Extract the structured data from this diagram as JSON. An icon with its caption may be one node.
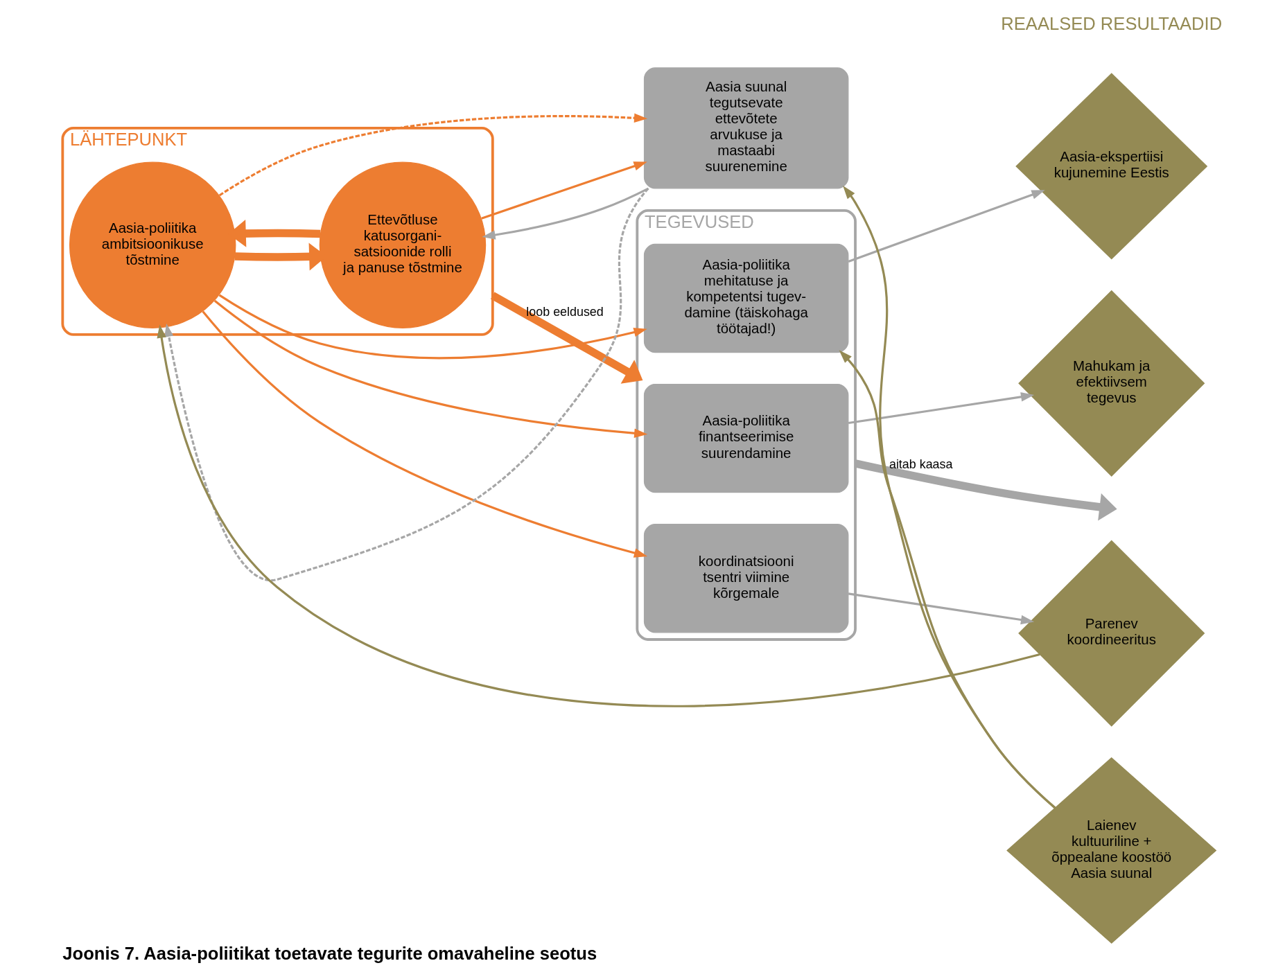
{
  "diagram": {
    "caption": "Joonis 7. Aasia-poliitikat toetavate tegurite omavaheline seotus",
    "nodes": [
      {
        "text": [
          "LÄHTEPUNKT"
        ]
      },
      {
        "text": [
          "Aasia-poliitika ambitsioonikuse tõstmine"
        ],
        "in": 0
      },
      {
        "text": [
          "Ettevõtluse katusorgani- satsioonide rolli ja panuse tõstmine"
        ],
        "in": 0
      },
      {
        "text": [
          "TEGEVUSED"
        ]
      },
      {
        "text": [
          "koordinatsiooni tsentri viimine kõrgemale"
        ],
        "in": 3
      },
      {
        "text": [
          "Aasia-poliitika finantseerimise suurendamine"
        ],
        "in": 3
      },
      {
        "text": [
          "Aasia-poliitika mehitatuse ja kompetentsi tugev- damine (täiskohaga töötajad!)"
        ],
        "in": 3
      },
      {
        "text": [
          "Aasia suunal tegutsevate ettevõtete arvukuse ja mastaabi suurenemine"
        ]
      },
      {
        "text": [
          "Mahukam ja efektiivsem tegevus"
        ]
      },
      {
        "text": [
          "Parenev koordineeritus"
        ]
      },
      {
        "text": [
          "Laienev kultuuriline + õppealane koostöö Aasia suunal"
        ]
      },
      {
        "text": [
          "Aasia-ekspertiisi kujunemine Eestis"
        ]
      }
    ],
    "edges": [
      {
        "from": 1,
        "to": 2,
        "arrow": "to",
        "style": "thick"
      },
      {
        "from": 2,
        "to": 1,
        "arrow": "to",
        "style": "thick"
      },
      {
        "from": 1,
        "to": 4,
        "arrow": "to"
      },
      {
        "from": 1,
        "to": 5,
        "arrow": "to"
      },
      {
        "from": 1,
        "to": 6,
        "arrow": "to"
      },
      {
        "from": 2,
        "to": 7,
        "arrow": "to"
      },
      {
        "from": 7,
        "to": 2,
        "arrow": "to",
        "color": "#a6a6a6"
      },
      {
        "from": 1,
        "to": 7,
        "arrow": "to",
        "style": "dashed"
      },
      {
        "from": 7,
        "to": 1,
        "arrow": "to",
        "style": "dashed",
        "color": "#a6a6a6"
      },
      {
        "from": 9,
        "to": 1,
        "arrow": "to",
        "color": "#948a54"
      },
      {
        "from": 4,
        "to": 9,
        "arrow": "to",
        "color": "#a6a6a6"
      },
      {
        "from": 5,
        "to": 8,
        "arrow": "to",
        "color": "#a6a6a6"
      },
      {
        "from": 10,
        "to": 6,
        "arrow": "to",
        "color": "#948a54"
      },
      {
        "from": 10,
        "to": 7,
        "arrow": "to",
        "color": "#948a54"
      },
      {
        "from": 6,
        "to": 11,
        "arrow": "to",
        "color": "#a6a6a6"
      },
      {
        "from": 0,
        "to": 3,
        "arrow": "to",
        "label": "loob eeldused",
        "style": "thick"
      },
      {
        "from": 3,
        "to": null,
        "arrow": "to",
        "label": "aitab kaasa",
        "style": "thick",
        "color": "#a6a6a6"
      }
    ],
    "labels": [
      "REAALSED RESULTAADID"
    ]
  }
}
